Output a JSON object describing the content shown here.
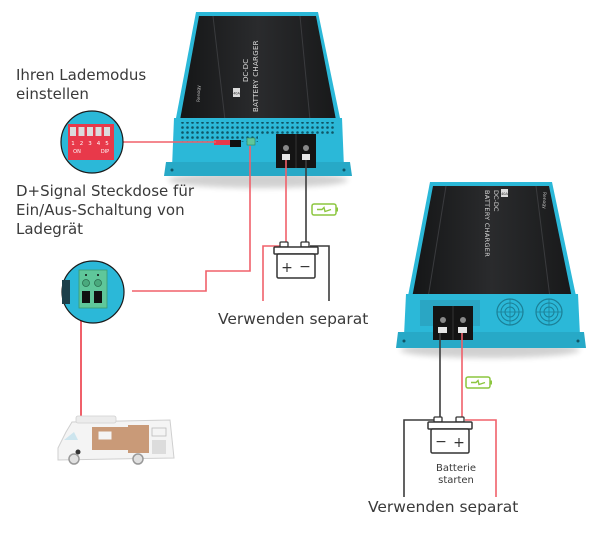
{
  "labels": {
    "mode_line1": "Ihren Lademodus",
    "mode_line2": "einstellen",
    "dplus_line1": "D+Signal Steckdose für",
    "dplus_line2": "Ein/Aus-Schaltung von",
    "dplus_line3": "Ladegrät",
    "separate_1": "Verwenden separat",
    "separate_2": "Verwenden separat",
    "start_battery_line1": "Batterie",
    "start_battery_line2": "starten"
  },
  "charger_1": {
    "badge": "40A",
    "line1": "DC-DC",
    "line2": "BATTERY CHARGER",
    "brand": "Renogy"
  },
  "charger_2": {
    "badge": "40A",
    "line1": "DC-DC",
    "line2": "BATTERY CHARGER",
    "brand": "Renogy"
  },
  "dip_switch": {
    "numbers": [
      "1",
      "2",
      "3",
      "4",
      "5"
    ],
    "on_label": "ON",
    "dip_label": "DIP"
  },
  "battery_1": {
    "left_sign": "+",
    "right_sign": "−"
  },
  "battery_2": {
    "left_sign": "−",
    "right_sign": "+"
  },
  "icons": {
    "charge_1": "battery-charging-icon",
    "charge_2": "battery-charging-icon",
    "camper": "motorhome-icon"
  },
  "colors": {
    "accent_cyan": "#2bb8d8",
    "body_black": "#1e1f21",
    "wire_red": "#f0606a",
    "wire_dark": "#3c3c3c",
    "charge_green": "#8cc63f",
    "terminal_green": "#5fc79a",
    "dip_red": "#e8394a"
  }
}
